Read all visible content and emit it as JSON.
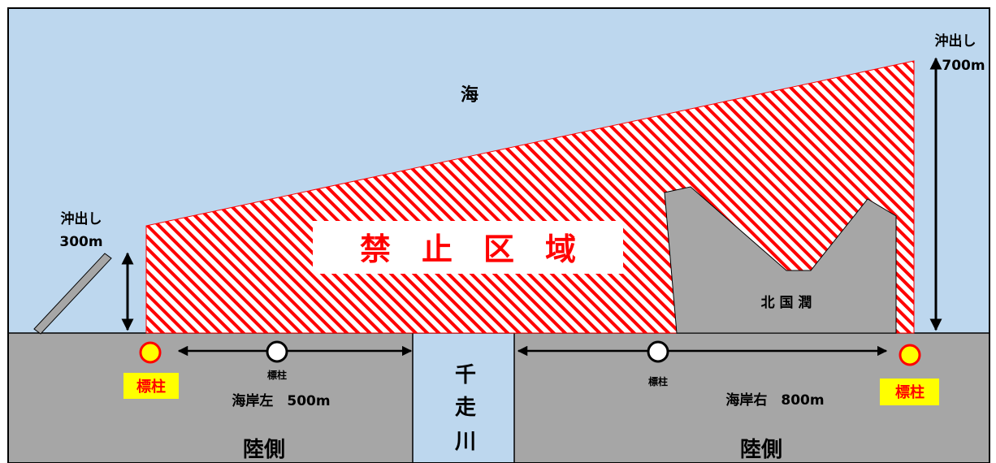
{
  "diagram": {
    "sea_label": "海",
    "zone_label": "禁　止　区　域",
    "kitakuni_label": "北 国 潤",
    "left_offshore": {
      "line1": "沖出し",
      "line2": "300m"
    },
    "right_offshore": {
      "line1": "沖出し",
      "line2": "700m"
    },
    "river_label": {
      "c1": "千",
      "c2": "走",
      "c3": "川"
    },
    "left_coast": {
      "marker": "標柱",
      "label": "海岸左　500m",
      "land": "陸側",
      "end_marker": "標柱"
    },
    "right_coast": {
      "marker": "標柱",
      "label": "海岸右　800m",
      "land": "陸側",
      "end_marker": "標柱"
    },
    "colors": {
      "sea": "#bdd7ee",
      "land": "#a6a6a6",
      "zone_hatch": "#ff0000",
      "zone_text": "#ff0000",
      "marker_fill": "#ffff00",
      "marker_ring": "#ff0000"
    }
  }
}
